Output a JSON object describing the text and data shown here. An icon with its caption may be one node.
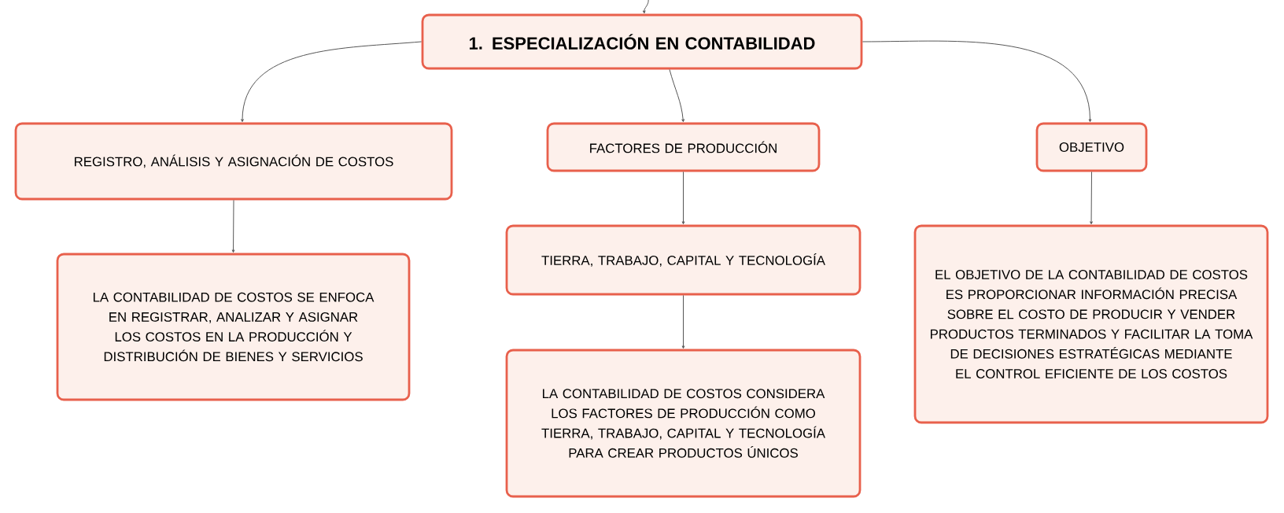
{
  "diagram": {
    "nodes": [
      {
        "text": [
          "1. ESPECIALIZACIÓN EN CONTABILIDAD"
        ]
      },
      {
        "text": [
          "REGISTRO, ANÁLISIS Y ASIGNACIÓN DE COSTOS"
        ]
      },
      {
        "text": [
          "FACTORES DE PRODUCCIÓN"
        ]
      },
      {
        "text": [
          "OBJETIVO"
        ]
      },
      {
        "text": [
          "LA CONTABILIDAD DE COSTOS SE ENFOCA EN REGISTRAR, ANALIZAR Y ASIGNAR LOS COSTOS EN LA PRODUCCIÓN Y DISTRIBUCIÓN DE BIENES Y SERVICIOS"
        ]
      },
      {
        "text": [
          "TIERRA, TRABAJO, CAPITAL Y TECNOLOGÍA"
        ]
      },
      {
        "text": [
          "LA CONTABILIDAD DE COSTOS CONSIDERA LOS FACTORES DE PRODUCCIÓN COMO TIERRA, TRABAJO, CAPITAL Y TECNOLOGÍA PARA CREAR PRODUCTOS ÚNICOS"
        ]
      },
      {
        "text": [
          "EL OBJETIVO DE LA CONTABILIDAD DE COSTOS ES PROPORCIONAR INFORMACIÓN PRECISA SOBRE EL COSTO DE PRODUCIR Y VENDER PRODUCTOS TERMINADOS Y FACILITAR LA TOMA DE DECISIONES ESTRATÉGICAS MEDIANTE EL CONTROL EFICIENTE DE LOS COSTOS"
        ]
      }
    ],
    "edges": [
      {
        "from": null,
        "to": 0,
        "arrow": "to"
      },
      {
        "from": 0,
        "to": 1,
        "arrow": "to"
      },
      {
        "from": 0,
        "to": 2,
        "arrow": "to"
      },
      {
        "from": 0,
        "to": 3,
        "arrow": "to"
      },
      {
        "from": 1,
        "to": 4,
        "arrow": "to"
      },
      {
        "from": 2,
        "to": 5,
        "arrow": "to"
      },
      {
        "from": 5,
        "to": 6,
        "arrow": "to"
      },
      {
        "from": 3,
        "to": 7,
        "arrow": "to"
      }
    ]
  }
}
